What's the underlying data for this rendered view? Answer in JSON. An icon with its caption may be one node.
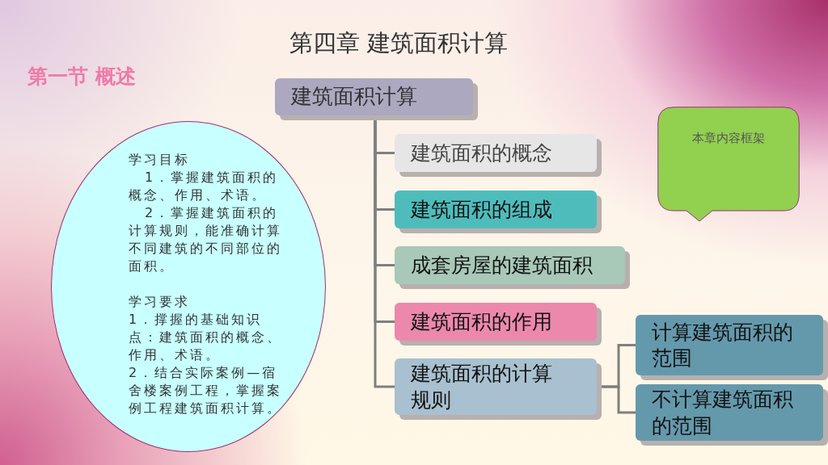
{
  "diagram": {
    "title": "第四章 建筑面积计算",
    "nodes": [
      {
        "text": [
          "学习目标",
          "1．掌握建筑面积的概念、作用、术语。",
          "2．掌握建筑面积的计算规则，能准确计算不同建筑的不同部位的面积。",
          "学习要求",
          "1．撑握的基础知识点：建筑面积的概念、作用、术语。",
          "2．结合实际案例—宿舍楼案例工程，掌握案例工程建筑面积计算。"
        ]
      },
      {
        "text": [
          "建筑面积计算"
        ]
      },
      {
        "text": [
          "建筑面积的概念"
        ]
      },
      {
        "text": [
          "建筑面积的组成"
        ]
      },
      {
        "text": [
          "成套房屋的建筑面积"
        ]
      },
      {
        "text": [
          "建筑面积的作用"
        ]
      },
      {
        "text": [
          "建筑面积的计算规则"
        ]
      },
      {
        "text": [
          "计算建筑面积的范围"
        ]
      },
      {
        "text": [
          "不计算建筑面积的范围"
        ]
      },
      {
        "text": [
          "本章内容框架"
        ]
      }
    ],
    "edges": [
      {
        "from": 1,
        "to": 2,
        "arrow": "none"
      },
      {
        "from": 1,
        "to": 3,
        "arrow": "none"
      },
      {
        "from": 1,
        "to": 4,
        "arrow": "none"
      },
      {
        "from": 1,
        "to": 5,
        "arrow": "none"
      },
      {
        "from": 1,
        "to": 6,
        "arrow": "none"
      },
      {
        "from": 6,
        "to": 7,
        "arrow": "none"
      },
      {
        "from": 6,
        "to": 8,
        "arrow": "none"
      }
    ],
    "labels": [
      "第一节 概述"
    ]
  }
}
